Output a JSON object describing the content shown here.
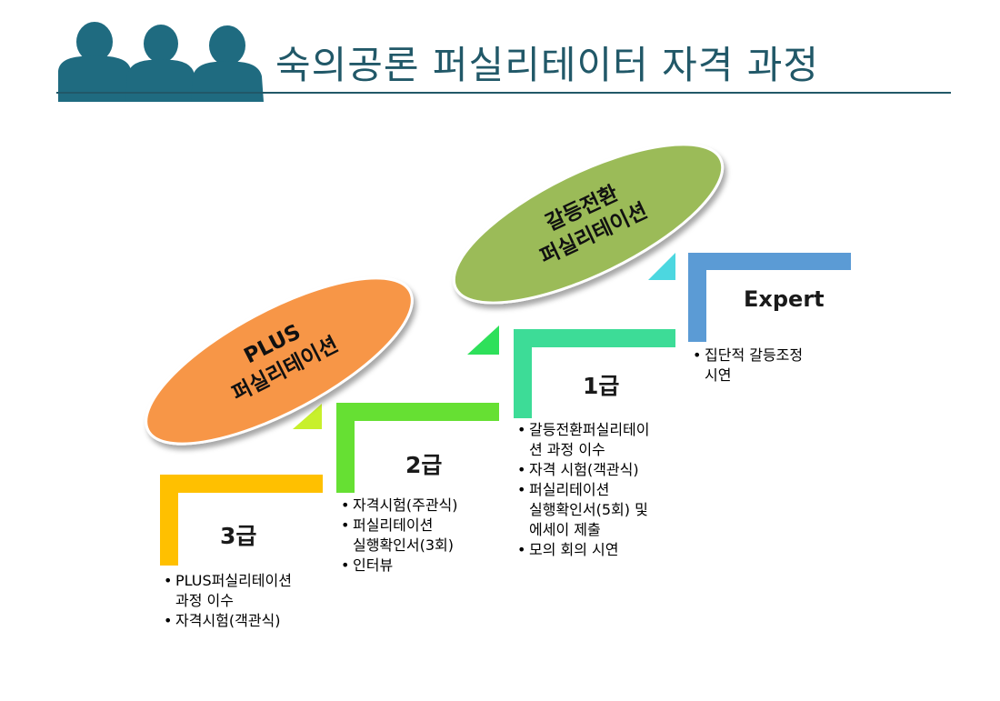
{
  "title": "숙의공론 퍼실리테이터 자격 과정",
  "colors": {
    "title": "#215868",
    "people": "#1F6B80",
    "step3": "#FFC000",
    "step2": "#66E033",
    "step1": "#3DDC97",
    "expert": "#5B9BD5",
    "oval_plus": "#F79646",
    "oval_conflict": "#9BBB59"
  },
  "icons": [
    "people-silhouette-icon"
  ],
  "ovals": {
    "plus": [
      "PLUS",
      "퍼실리테이션"
    ],
    "conflict": [
      "갈등전환",
      "퍼실리테이션"
    ]
  },
  "steps": {
    "step3": {
      "label": "3급",
      "bullets": [
        "PLUS퍼실리테이션\n과정 이수",
        "자격시험(객관식)"
      ]
    },
    "step2": {
      "label": "2급",
      "bullets": [
        "자격시험(주관식)",
        "퍼실리테이션\n실행확인서(3회)",
        "인터뷰"
      ]
    },
    "step1": {
      "label": "1급",
      "bullets": [
        "갈등전환퍼실리테이\n션 과정 이수",
        "자격 시험(객관식)",
        "퍼실리테이션\n실행확인서(5회) 및\n에세이 제출",
        "모의 회의 시연"
      ]
    },
    "expert": {
      "label": "Expert",
      "bullets": [
        "집단적 갈등조정\n시연"
      ]
    }
  }
}
